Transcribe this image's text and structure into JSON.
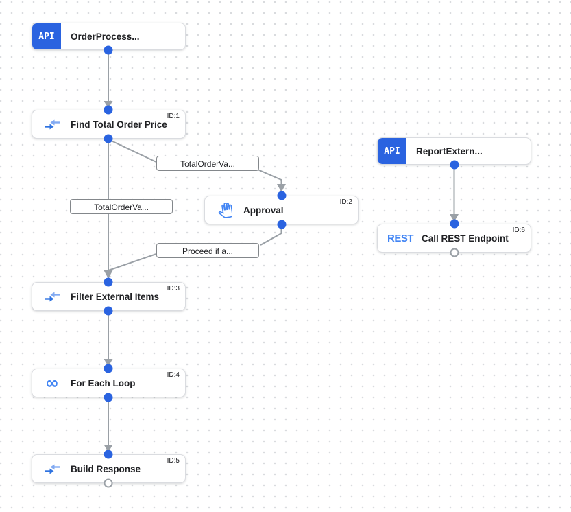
{
  "colors": {
    "accent_blue": "#2a63e0",
    "icon_blue": "#4285f4",
    "icon_blue_dark": "#2f73e0",
    "icon_blue_light": "#82aaf2",
    "edge_gray": "#9aa0a6",
    "node_border": "#dadce0",
    "label_border": "#83878b",
    "text_dark": "#202124",
    "grid_dot": "#d9dbde",
    "canvas_bg": "#ffffff"
  },
  "nodes": [
    {
      "key": "order-process-trigger",
      "kind": "api-trigger",
      "badge": "API",
      "title": "OrderProcess...",
      "id_label": ""
    },
    {
      "key": "find-total-order-price",
      "kind": "data-mapping",
      "title": "Find Total Order Price",
      "id_label": "ID:1"
    },
    {
      "key": "approval",
      "kind": "approval",
      "title": "Approval",
      "id_label": "ID:2"
    },
    {
      "key": "filter-external-items",
      "kind": "data-mapping",
      "title": "Filter External Items",
      "id_label": "ID:3"
    },
    {
      "key": "for-each-loop",
      "kind": "loop",
      "title": "For Each Loop",
      "id_label": "ID:4"
    },
    {
      "key": "build-response",
      "kind": "data-mapping",
      "title": "Build Response",
      "id_label": "ID:5"
    },
    {
      "key": "report-external-trigger",
      "kind": "api-trigger",
      "badge": "API",
      "title": "ReportExtern...",
      "id_label": ""
    },
    {
      "key": "call-rest-endpoint",
      "kind": "rest-task",
      "badge": "REST",
      "title": "Call REST Endpoint",
      "id_label": "ID:6"
    }
  ],
  "edge_labels": [
    {
      "text": "TotalOrderVa..."
    },
    {
      "text": "TotalOrderVa..."
    },
    {
      "text": "Proceed if a..."
    }
  ]
}
